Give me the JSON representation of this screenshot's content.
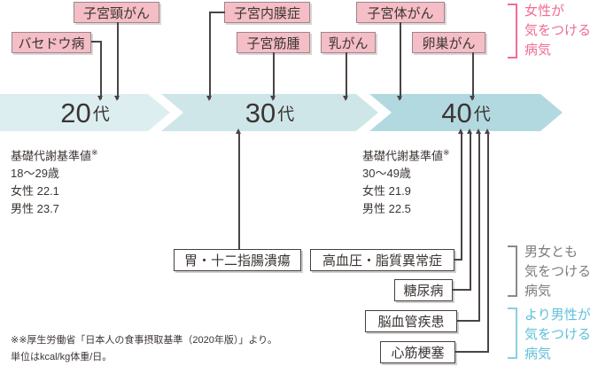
{
  "timeline": {
    "segments": [
      {
        "num": "20",
        "suffix": "代",
        "color": "#dceef0"
      },
      {
        "num": "30",
        "suffix": "代",
        "color": "#cfe6e9"
      },
      {
        "num": "40",
        "suffix": "代",
        "color": "#b2d9e0"
      }
    ]
  },
  "disease_boxes": {
    "basedow": "バセドウ病",
    "cervical_cancer": "子宮頸がん",
    "endometriosis": "子宮内膜症",
    "uterine_fibroid": "子宮筋腫",
    "breast_cancer": "乳がん",
    "uterine_body_cancer": "子宮体がん",
    "ovarian_cancer": "卵巣がん",
    "gastric_duodenal_ulcer": "胃・十二指腸潰瘍",
    "hypertension_dyslipidemia": "高血圧・脂質異常症",
    "diabetes": "糖尿病",
    "cerebrovascular_disease": "脳血管疾患",
    "myocardial_infarction": "心筋梗塞"
  },
  "category_labels": {
    "female": {
      "lines": [
        "女性が",
        "気をつける",
        "病気"
      ],
      "color": "#ed6d92"
    },
    "both_genders": {
      "lines": [
        "男女とも",
        "気をつける",
        "病気"
      ],
      "color": "#7c7c7c"
    },
    "male": {
      "lines": [
        "より男性が",
        "気をつける",
        "病気"
      ],
      "color": "#5ec0da"
    }
  },
  "metabolism_stats": [
    {
      "title": "基礎代謝基準値",
      "note": "※",
      "age_range": "18～29歳",
      "female": "女性 22.1",
      "male": "男性 23.7"
    },
    {
      "title": "基礎代謝基準値",
      "note": "※",
      "age_range": "30～49歳",
      "female": "女性 21.9",
      "male": "男性 22.5"
    }
  ],
  "footnote": {
    "line1": "※※厚生労働省「日本人の食事摂取基準（2020年版）」より。",
    "line2": "単位はkcal/kg体重/日。"
  }
}
